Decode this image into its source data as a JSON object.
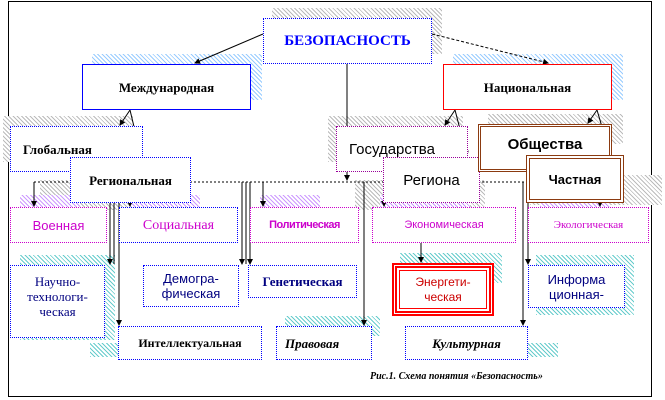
{
  "root": "БЕЗОПАСНОСТЬ",
  "level1": {
    "international": "Международная",
    "national": "Национальная"
  },
  "international_children": [
    "Глобальная",
    "Региональная"
  ],
  "national_children": [
    "Государства",
    "Региона",
    "Общества",
    "Частная"
  ],
  "spheres": [
    "Военная",
    "Социальная",
    "Политическая",
    "Экономическая",
    "Экологическая"
  ],
  "subspheres": [
    "Научно-технологи-ческая",
    "Демогра-фическая",
    "Генетическая",
    "Энергети-ческая",
    "Информа ционная-"
  ],
  "bottom": [
    "Интеллектуальная",
    "Правовая",
    "Культурная"
  ],
  "caption": "Рис.1. Схема понятия «Безопасность»",
  "colors": {
    "blue": "#0000ff",
    "red": "#ff0000",
    "purple": "#cc00cc",
    "brown": "#8b3a10",
    "dark_blue": "#000080"
  }
}
